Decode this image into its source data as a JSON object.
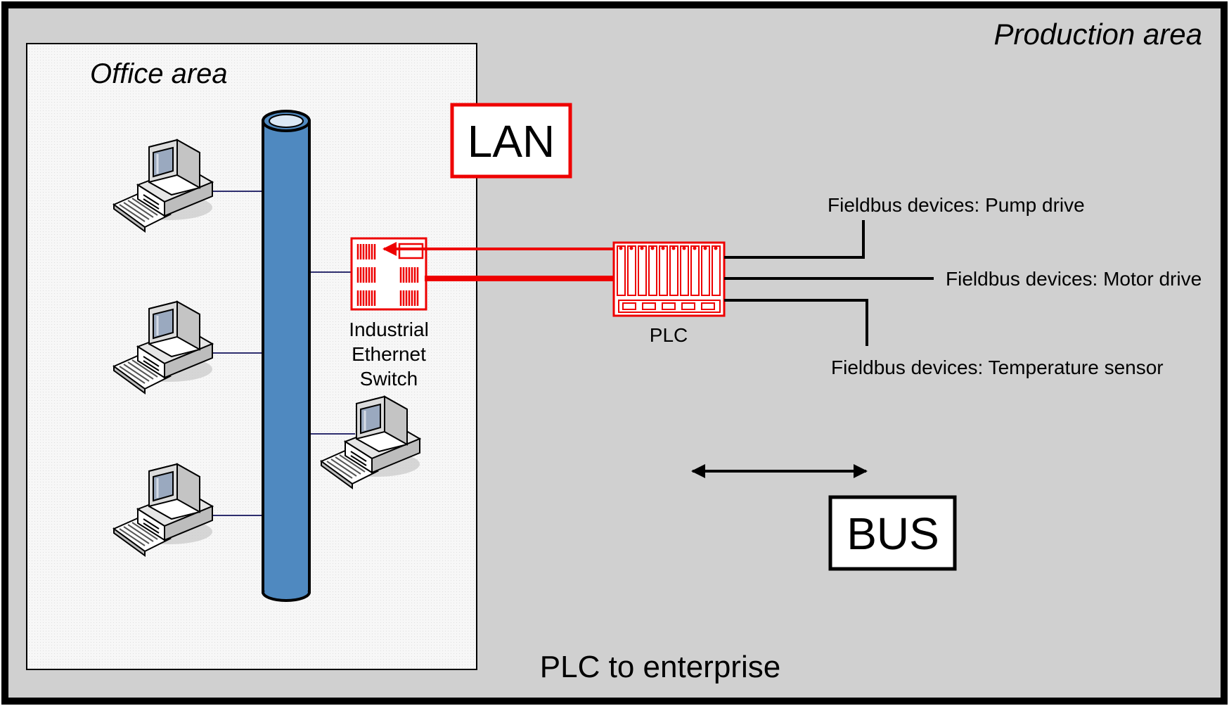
{
  "diagram": {
    "production_area_label": "Production area",
    "office_area_label": "Office area",
    "lan_label": "LAN",
    "bus_label": "BUS",
    "switch_label_lines": [
      "Industrial",
      "Ethernet",
      "Switch"
    ],
    "plc_label": "PLC",
    "footer_label": "PLC to enterprise",
    "fieldbus": {
      "pump": "Fieldbus devices: Pump drive",
      "motor": "Fieldbus devices: Motor drive",
      "temperature": "Fieldbus devices: Temperature sensor"
    }
  },
  "colors": {
    "background": "#d0d0d0",
    "office_fill": "#f4f4f4",
    "highlight_red": "#ee0000",
    "backbone_blue": "#4f89c0",
    "black": "#000000"
  },
  "icons": [
    "desktop-computer-icon",
    "ethernet-switch-icon",
    "plc-rack-icon"
  ]
}
